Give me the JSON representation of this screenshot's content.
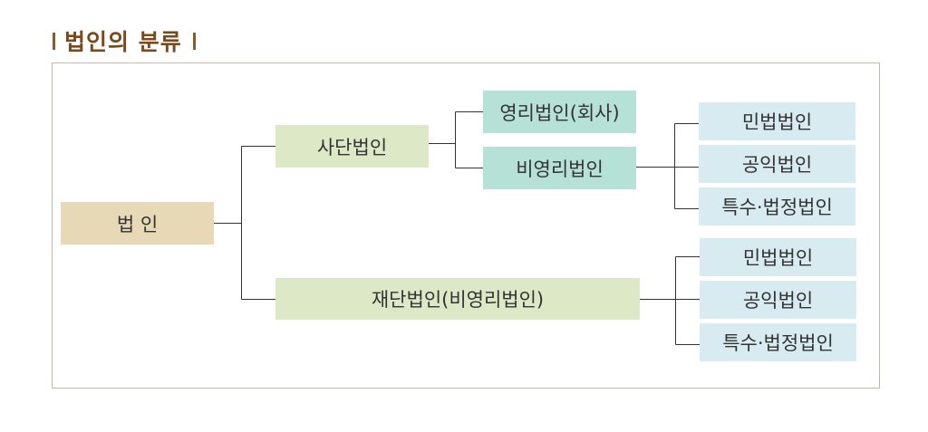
{
  "title": "법인의 분류",
  "root": "법 인",
  "branch_sadan": "사단법인",
  "branch_jaedan": "재단법인(비영리법인)",
  "sadan_children": [
    "영리법인(회사)",
    "비영리법인"
  ],
  "nonprofit_children": [
    "민법법인",
    "공익법인",
    "특수·법정법인"
  ],
  "jaedan_children": [
    "민법법인",
    "공익법인",
    "특수·법정법인"
  ],
  "colors": {
    "title": "#7a4a1c",
    "root_fill": "#e7d9b5",
    "branch_fill": "#dce8c6",
    "sadan_child_fill": "#b5e1d6",
    "leaf_fill": "#d7ebf1",
    "line": "#333333",
    "frame_border": "#c8b9a6"
  }
}
